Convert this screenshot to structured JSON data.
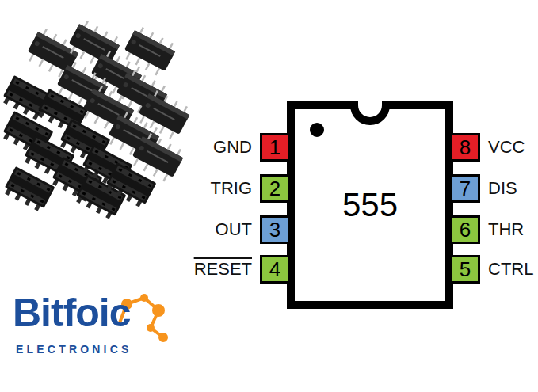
{
  "diagram": {
    "nodes": [
      {
        "text": [
          "555"
        ]
      },
      {
        "text": [
          "1"
        ]
      },
      {
        "text": [
          "2"
        ]
      },
      {
        "text": [
          "3"
        ]
      },
      {
        "text": [
          "4"
        ]
      },
      {
        "text": [
          "8"
        ]
      },
      {
        "text": [
          "7"
        ]
      },
      {
        "text": [
          "6"
        ]
      },
      {
        "text": [
          "5"
        ]
      }
    ],
    "labels": [
      "GND",
      "TRIG",
      "OUT",
      "RESET",
      "VCC",
      "DIS",
      "THR",
      "CTRL",
      "Bitfoic",
      "ELECTRONICS"
    ]
  }
}
